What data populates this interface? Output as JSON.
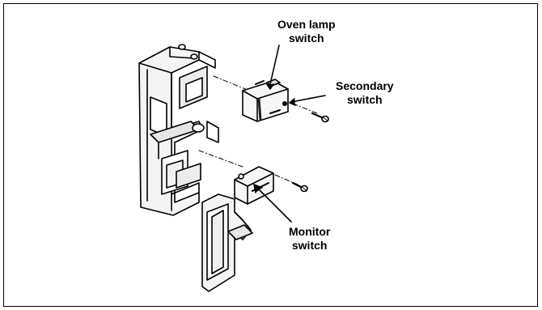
{
  "labels": {
    "oven_lamp": {
      "line1": "Oven lamp",
      "line2": "switch"
    },
    "secondary": {
      "line1": "Secondary",
      "line2": "switch"
    },
    "monitor": {
      "line1": "Monitor",
      "line2": "switch"
    }
  }
}
